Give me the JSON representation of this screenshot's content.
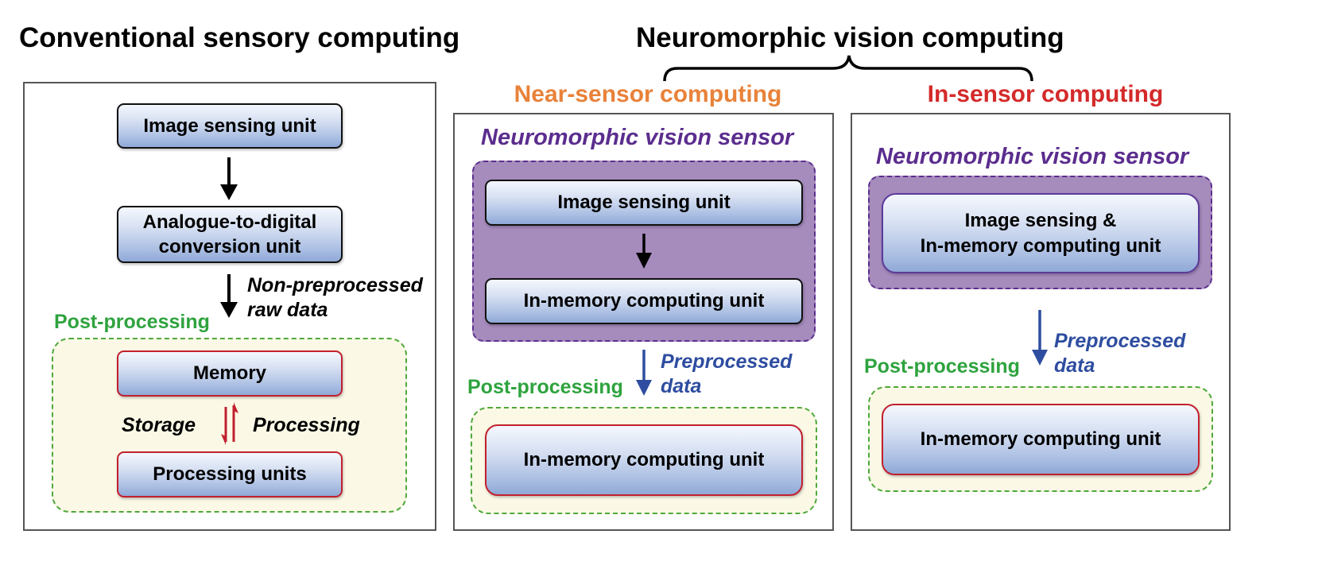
{
  "titles": {
    "conventional": "Conventional sensory computing",
    "neuromorphic": "Neuromorphic vision computing",
    "near_sensor": "Near-sensor computing",
    "in_sensor": "In-sensor computing"
  },
  "colors": {
    "near_sensor": "#e8823a",
    "in_sensor": "#d42a2a",
    "post_processing": "#2ea33e",
    "neuromorphic_sensor": "#5b2d8e",
    "preprocessed": "#2e4da0"
  },
  "conventional": {
    "image_sensing": "Image sensing unit",
    "adc_line1": "Analogue-to-digital",
    "adc_line2": "conversion unit",
    "raw_line1": "Non-preprocessed",
    "raw_line2": "raw data",
    "post_processing": "Post-processing",
    "memory": "Memory",
    "storage": "Storage",
    "processing": "Processing",
    "processing_units": "Processing units"
  },
  "near": {
    "sensor_label": "Neuromorphic vision sensor",
    "image_sensing": "Image sensing unit",
    "in_memory": "In-memory computing unit",
    "pre_line1": "Preprocessed",
    "pre_line2": "data",
    "post_processing": "Post-processing",
    "post_unit": "In-memory computing unit"
  },
  "in_sensor": {
    "sensor_label": "Neuromorphic vision sensor",
    "combined_line1": "Image sensing &",
    "combined_line2": "In-memory computing unit",
    "pre_line1": "Preprocessed",
    "pre_line2": "data",
    "post_processing": "Post-processing",
    "post_unit": "In-memory computing unit"
  }
}
